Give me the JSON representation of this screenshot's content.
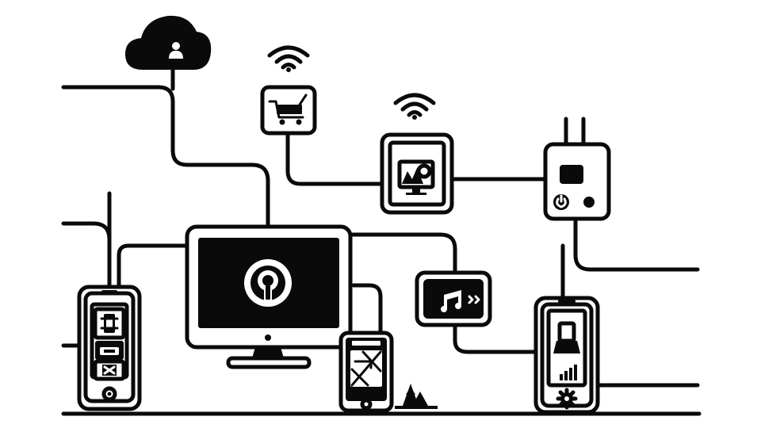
{
  "illustration": {
    "style": "monochrome line art",
    "colors": {
      "ink": "#0a0a0a",
      "background": "#ffffff"
    },
    "devices": [
      {
        "id": "cloud",
        "icon": "cloud-user-icon"
      },
      {
        "id": "shop",
        "icon": "shopping-cart-icon"
      },
      {
        "id": "tablet",
        "icon": "image-gallery-icon"
      },
      {
        "id": "hub",
        "icon": "power-button-icon"
      },
      {
        "id": "monitor",
        "icon": "user-target-icon"
      },
      {
        "id": "music",
        "icon": "music-notes-icon"
      },
      {
        "id": "left-phone",
        "icon": "app-icons"
      },
      {
        "id": "small-phone",
        "icon": "map-icon"
      },
      {
        "id": "right-phone",
        "icon": "signal-bars-icon"
      }
    ]
  }
}
